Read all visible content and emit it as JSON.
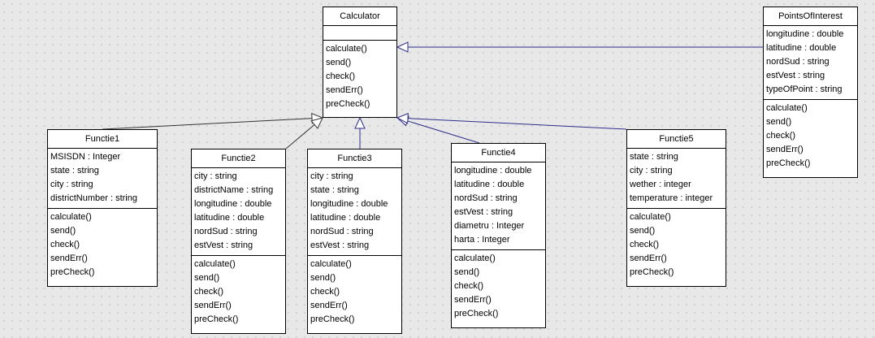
{
  "diagram": {
    "classes": [
      {
        "id": "calculator",
        "name": "Calculator",
        "attributes": [],
        "methods": [
          "calculate()",
          "send()",
          "check()",
          "sendErr()",
          "preCheck()"
        ]
      },
      {
        "id": "poi",
        "name": "PointsOfInterest",
        "attributes": [
          "longitudine : double",
          "latitudine : double",
          "nordSud : string",
          "estVest : string",
          "typeOfPoint : string"
        ],
        "methods": [
          "calculate()",
          "send()",
          "check()",
          "sendErr()",
          "preCheck()"
        ]
      },
      {
        "id": "f1",
        "name": "Functie1",
        "attributes": [
          "MSISDN : Integer",
          "state : string",
          "city : string",
          "districtNumber : string"
        ],
        "methods": [
          "calculate()",
          "send()",
          "check()",
          "sendErr()",
          "preCheck()"
        ]
      },
      {
        "id": "f2",
        "name": "Functie2",
        "attributes": [
          "city : string",
          "districtName : string",
          "longitudine : double",
          "latitudine : double",
          "nordSud : string",
          "estVest : string"
        ],
        "methods": [
          "calculate()",
          "send()",
          "check()",
          "sendErr()",
          "preCheck()"
        ]
      },
      {
        "id": "f3",
        "name": "Functie3",
        "attributes": [
          "city : string",
          "state : string",
          "longitudine : double",
          "latitudine : double",
          "nordSud : string",
          "estVest : string"
        ],
        "methods": [
          "calculate()",
          "send()",
          "check()",
          "sendErr()",
          "preCheck()"
        ]
      },
      {
        "id": "f4",
        "name": "Functie4",
        "attributes": [
          "longitudine : double",
          "latitudine : double",
          "nordSud : string",
          "estVest : string",
          "diametru : Integer",
          "harta : Integer"
        ],
        "methods": [
          "calculate()",
          "send()",
          "check()",
          "sendErr()",
          "preCheck()"
        ]
      },
      {
        "id": "f5",
        "name": "Functie5",
        "attributes": [
          "state : string",
          "city : string",
          "wether : integer",
          "temperature : integer"
        ],
        "methods": [
          "calculate()",
          "send()",
          "check()",
          "sendErr()",
          "preCheck()"
        ]
      }
    ],
    "generalizations": [
      {
        "from": "poi",
        "to": "calculator",
        "color": "#2d2d8a"
      },
      {
        "from": "f1",
        "to": "calculator",
        "color": "#333333"
      },
      {
        "from": "f2",
        "to": "calculator",
        "color": "#333333"
      },
      {
        "from": "f3",
        "to": "calculator",
        "color": "#2d2d8a"
      },
      {
        "from": "f4",
        "to": "calculator",
        "color": "#2d2d8a"
      },
      {
        "from": "f5",
        "to": "calculator",
        "color": "#2d2d8a"
      }
    ]
  }
}
